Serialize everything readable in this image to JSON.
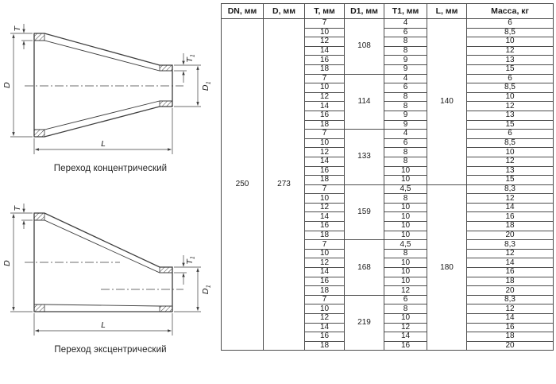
{
  "dim_labels": {
    "T": "T",
    "D": "D",
    "T1_base": "T",
    "T1_sub": "1",
    "D1_base": "D",
    "D1_sub": "1",
    "L": "L"
  },
  "diagrams": [
    {
      "caption": "Переход концентрический"
    },
    {
      "caption": "Переход эксцентрический"
    }
  ],
  "table": {
    "headers": [
      "DN, мм",
      "D, мм",
      "T, мм",
      "D1, мм",
      "T1, мм",
      "L, мм",
      "Масса, кг"
    ],
    "dn": "250",
    "d": "273",
    "l_spans": [
      {
        "value": "140",
        "rows": 18
      },
      {
        "value": "180",
        "rows": 18
      }
    ],
    "groups": [
      {
        "d1": "108",
        "rows": [
          {
            "t": "7",
            "t1": "4",
            "mass": "6"
          },
          {
            "t": "10",
            "t1": "6",
            "mass": "8,5"
          },
          {
            "t": "12",
            "t1": "8",
            "mass": "10"
          },
          {
            "t": "14",
            "t1": "8",
            "mass": "12"
          },
          {
            "t": "16",
            "t1": "9",
            "mass": "13"
          },
          {
            "t": "18",
            "t1": "9",
            "mass": "15"
          }
        ]
      },
      {
        "d1": "114",
        "rows": [
          {
            "t": "7",
            "t1": "4",
            "mass": "6"
          },
          {
            "t": "10",
            "t1": "6",
            "mass": "8,5"
          },
          {
            "t": "12",
            "t1": "8",
            "mass": "10"
          },
          {
            "t": "14",
            "t1": "8",
            "mass": "12"
          },
          {
            "t": "16",
            "t1": "9",
            "mass": "13"
          },
          {
            "t": "18",
            "t1": "9",
            "mass": "15"
          }
        ]
      },
      {
        "d1": "133",
        "rows": [
          {
            "t": "7",
            "t1": "4",
            "mass": "6"
          },
          {
            "t": "10",
            "t1": "6",
            "mass": "8,5"
          },
          {
            "t": "12",
            "t1": "8",
            "mass": "10"
          },
          {
            "t": "14",
            "t1": "8",
            "mass": "12"
          },
          {
            "t": "16",
            "t1": "10",
            "mass": "13"
          },
          {
            "t": "18",
            "t1": "10",
            "mass": "15"
          }
        ]
      },
      {
        "d1": "159",
        "rows": [
          {
            "t": "7",
            "t1": "4,5",
            "mass": "8,3"
          },
          {
            "t": "10",
            "t1": "8",
            "mass": "12"
          },
          {
            "t": "12",
            "t1": "10",
            "mass": "14"
          },
          {
            "t": "14",
            "t1": "10",
            "mass": "16"
          },
          {
            "t": "16",
            "t1": "10",
            "mass": "18"
          },
          {
            "t": "18",
            "t1": "10",
            "mass": "20"
          }
        ]
      },
      {
        "d1": "168",
        "rows": [
          {
            "t": "7",
            "t1": "4,5",
            "mass": "8,3"
          },
          {
            "t": "10",
            "t1": "8",
            "mass": "12"
          },
          {
            "t": "12",
            "t1": "10",
            "mass": "14"
          },
          {
            "t": "14",
            "t1": "10",
            "mass": "16"
          },
          {
            "t": "16",
            "t1": "10",
            "mass": "18"
          },
          {
            "t": "18",
            "t1": "12",
            "mass": "20"
          }
        ]
      },
      {
        "d1": "219",
        "rows": [
          {
            "t": "7",
            "t1": "6",
            "mass": "8,3"
          },
          {
            "t": "10",
            "t1": "8",
            "mass": "12"
          },
          {
            "t": "12",
            "t1": "10",
            "mass": "14"
          },
          {
            "t": "14",
            "t1": "12",
            "mass": "16"
          },
          {
            "t": "16",
            "t1": "14",
            "mass": "18"
          },
          {
            "t": "18",
            "t1": "16",
            "mass": "20"
          }
        ]
      }
    ]
  }
}
